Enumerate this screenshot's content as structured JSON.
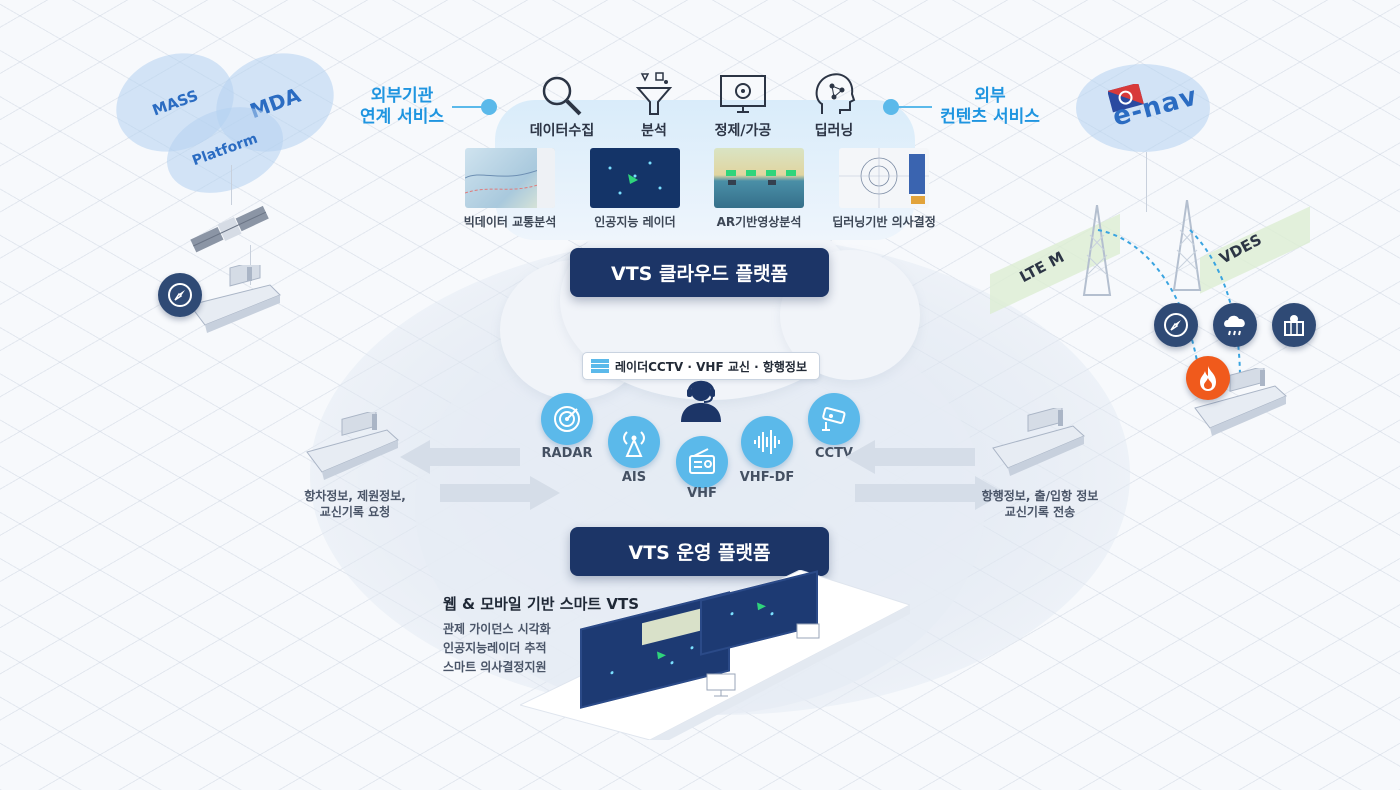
{
  "venn": {
    "left": "MASS",
    "right": "MDA",
    "bottom": "Platform"
  },
  "enav": {
    "logo_text": "e-nav"
  },
  "external_agency": {
    "line1": "외부기관",
    "line2": "연계 서비스"
  },
  "external_content": {
    "line1": "외부",
    "line2": "컨텐츠 서비스"
  },
  "pipeline": [
    {
      "icon": "magnifier-icon",
      "label": "데이터수집"
    },
    {
      "icon": "funnel-icon",
      "label": "분석"
    },
    {
      "icon": "monitor-gear-icon",
      "label": "정제/가공"
    },
    {
      "icon": "head-network-icon",
      "label": "딥러닝"
    }
  ],
  "thumbnails": [
    {
      "label": "빅데이터 교통분석"
    },
    {
      "label": "인공지능 레이더"
    },
    {
      "label": "AR기반영상분석"
    },
    {
      "label": "딥러닝기반 의사결정"
    }
  ],
  "cloud_platform": "VTS 클라우드 플랫폼",
  "operation_platform": "VTS 운영 플랫폼",
  "info_pill": "레이더CCTV · VHF 교신 · 항행정보",
  "sensors": [
    {
      "icon": "radar-icon",
      "label": "RADAR"
    },
    {
      "icon": "antenna-icon",
      "label": "AIS"
    },
    {
      "icon": "radio-icon",
      "label": "VHF"
    },
    {
      "icon": "waveform-icon",
      "label": "VHF-DF"
    },
    {
      "icon": "cctv-icon",
      "label": "CCTV"
    }
  ],
  "left_ship_caption": {
    "line1": "항차정보, 제원정보,",
    "line2": "교신기록 요청"
  },
  "right_ship_caption": {
    "line1": "항행정보, 출/입항 정보",
    "line2": "교신기록 전송"
  },
  "comm": {
    "lte": "LTE M",
    "vdes": "VDES"
  },
  "smart_vts": {
    "title": "웹 & 모바일 기반 스마트 VTS",
    "items": [
      "관제 가이던스 시각화",
      "인공지능레이더 추적",
      "스마트 의사결정지원"
    ]
  },
  "colors": {
    "navy": "#1c3567",
    "sky": "#5bb9ea",
    "accent_blue": "#1f95e0",
    "fire": "#f05a1c"
  }
}
